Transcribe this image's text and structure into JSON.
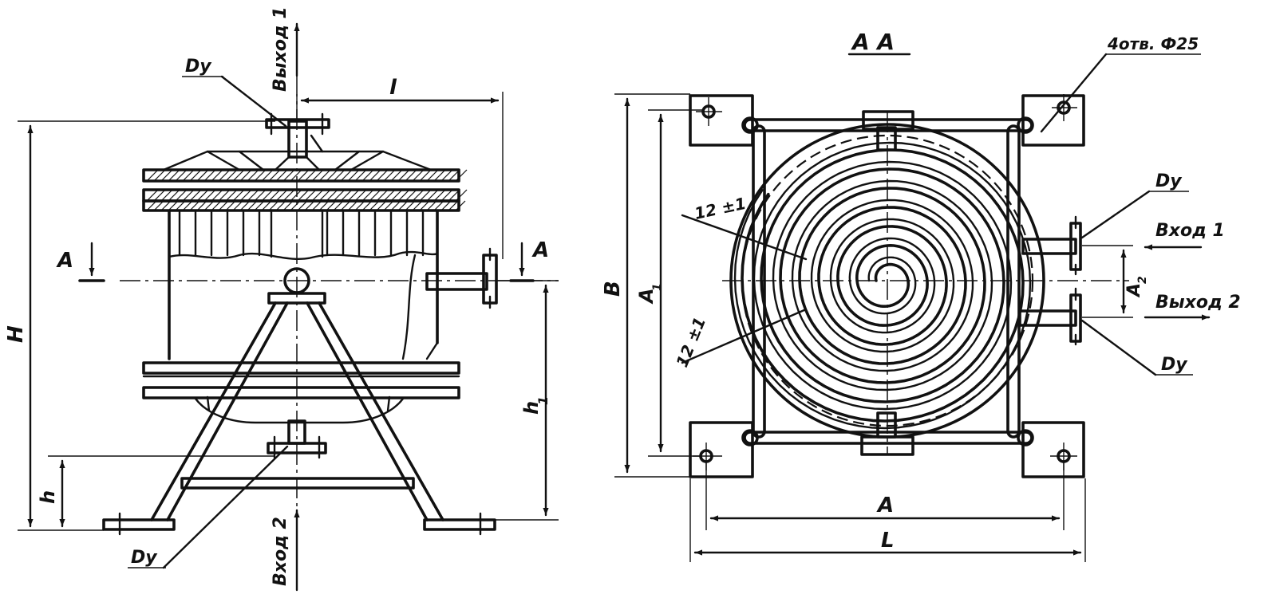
{
  "left_view": {
    "label_dy_top": "Dy",
    "label_outlet_1": "Выход 1",
    "label_l": "l",
    "label_H": "H",
    "label_h": "h",
    "label_h1": "h",
    "label_h1_sub": "1",
    "label_A_left": "A",
    "label_A_right": "A",
    "label_inlet_2": "Вход 2",
    "label_dy_bottom": "Dy"
  },
  "right_view": {
    "section_title": "A  A",
    "label_holes": "4отв. Ф25",
    "label_dy_upper": "Dy",
    "label_inlet_1": "Вход 1",
    "label_A2": "A",
    "label_A2_sub": "2",
    "label_outlet_2": "Выход 2",
    "label_dy_lower": "Dy",
    "label_B": "B",
    "label_A1": "A",
    "label_A1_sub": "1",
    "label_gap_upper": "12 ±1",
    "label_gap_lower": "12 ±1",
    "label_A_dim": "A",
    "label_L_dim": "L"
  }
}
